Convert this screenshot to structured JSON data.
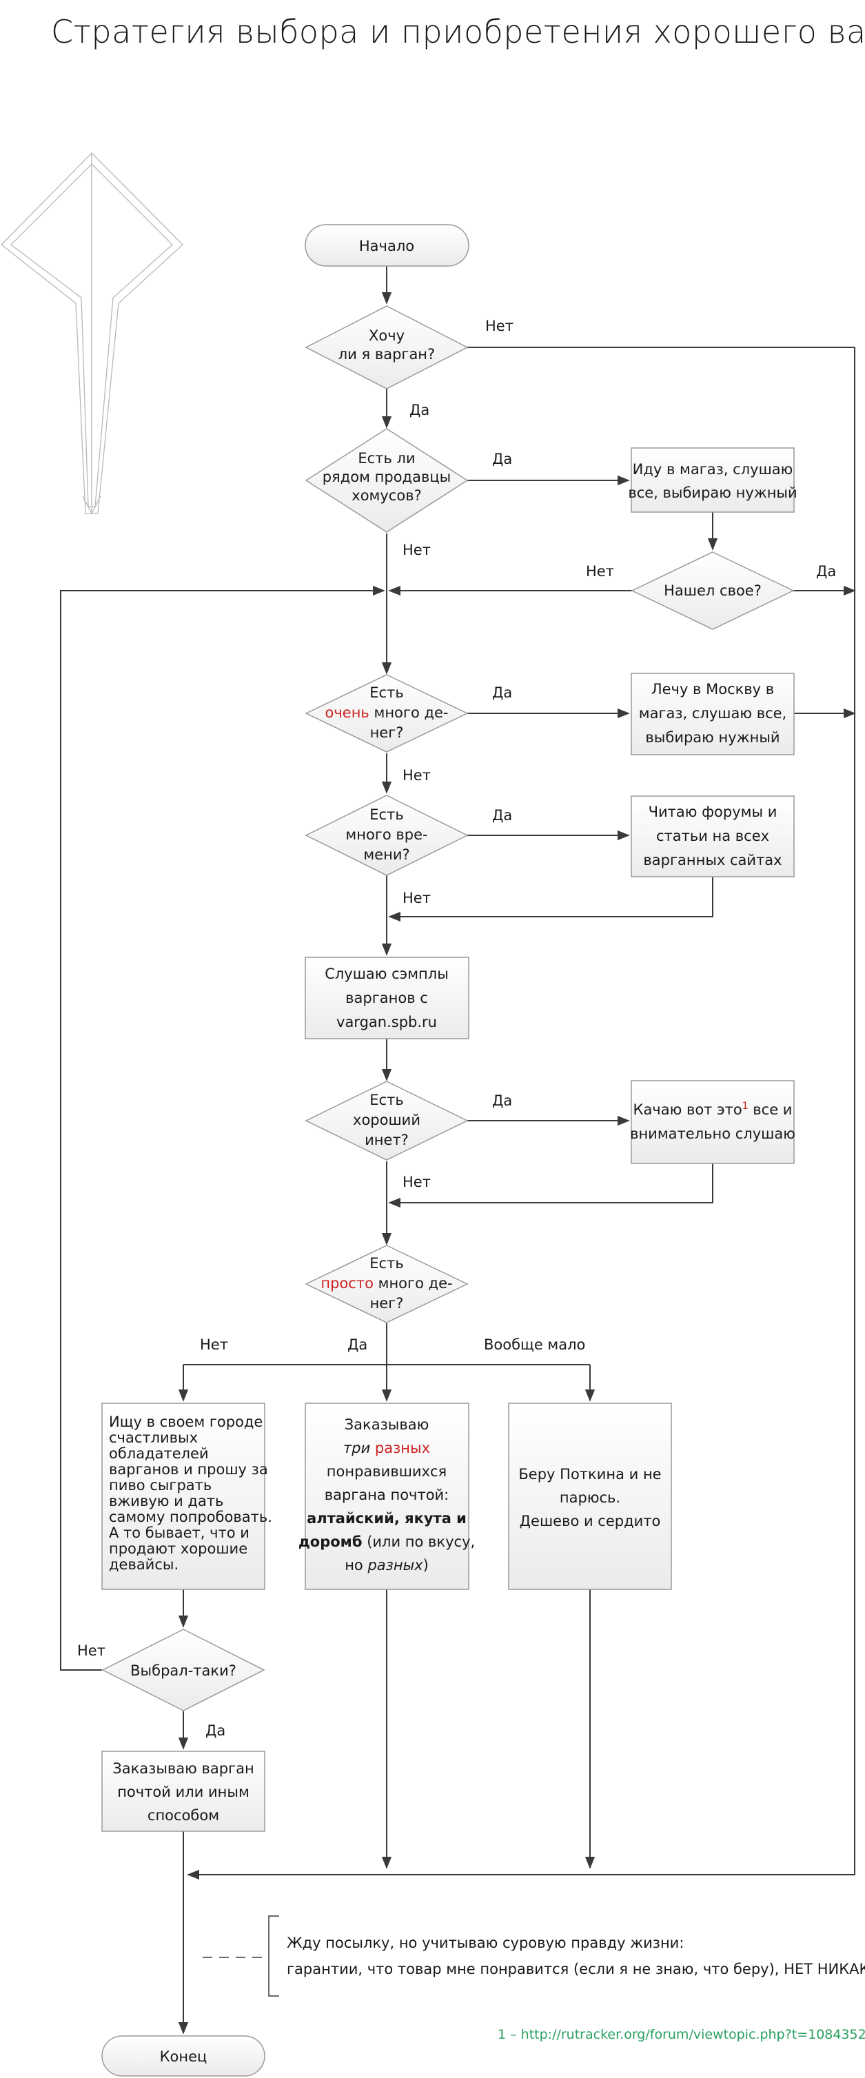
{
  "title": "Стратегия выбора и приобретения хорошего варгана",
  "nodes": {
    "start": "Начало",
    "want": [
      "Хочу",
      "ли я варган?"
    ],
    "sellers": [
      "Есть ли",
      "рядом продавцы",
      "хомусов?"
    ],
    "shop": [
      "Иду в магаз, слушаю",
      "все, выбираю нужный"
    ],
    "found": "Нашел свое?",
    "very_money": {
      "l1": "Есть",
      "l2a": "очень",
      "l2b": " много де-",
      "l3": "нег?"
    },
    "moscow": [
      "Лечу в Москву в",
      "магаз, слушаю все,",
      "выбираю нужный"
    ],
    "time": [
      "Есть",
      "много вре-",
      "мени?"
    ],
    "forums": [
      "Читаю форумы и",
      "статьи на всех",
      "варганных сайтах"
    ],
    "samples": [
      "Слушаю сэмплы",
      "варганов с",
      "vargan.spb.ru"
    ],
    "inet": [
      "Есть",
      "хороший",
      "инет?"
    ],
    "download": {
      "a": "Качаю вот это",
      "sup": "1",
      "b": " все и",
      "l2": "внимательно слушаю"
    },
    "simple_money": {
      "l1": "Есть",
      "l2a": "просто",
      "l2b": " много де-",
      "l3": "нег?"
    },
    "ask_owners": [
      "Ищу в своем городе",
      "счастливых",
      "обладателей",
      "варганов и прошу за",
      "пиво сыграть",
      "вживую и дать",
      "самому попробовать.",
      "А то бывает, что и",
      "продают хорошие",
      "девайсы."
    ],
    "order_three": {
      "l1": "Заказываю",
      "l2a": "три",
      "l2b": " разных",
      "l3": "понравившихся",
      "l4": "варгана почтой:",
      "l5": "алтайский, якута и",
      "l6a": "доромб",
      "l6b": " (или по вкусу,",
      "l7a": "но ",
      "l7b": "разных",
      "l7c": ")"
    },
    "potkin": [
      "Беру Поткина и не",
      "парюсь.",
      "Дешево и сердито"
    ],
    "chose": "Выбрал-таки?",
    "order_mail": [
      "Заказываю варган",
      "почтой или иным",
      "способом"
    ],
    "end": "Конец"
  },
  "labels": {
    "yes": "Да",
    "no": "Нет",
    "very_little": "Вообще мало"
  },
  "note": [
    "Жду посылку, но учитываю суровую правду жизни:",
    "гарантии, что товар мне понравится (если я не знаю, что беру), НЕТ НИКАКОЙ"
  ],
  "footnote": "1 – http://rutracker.org/forum/viewtopic.php?t=1084352",
  "colors": {
    "line": "#3a3a3a",
    "shape_border": "#9a9a9a",
    "accent_red": "#cc2222",
    "link_green": "#2aa060"
  }
}
